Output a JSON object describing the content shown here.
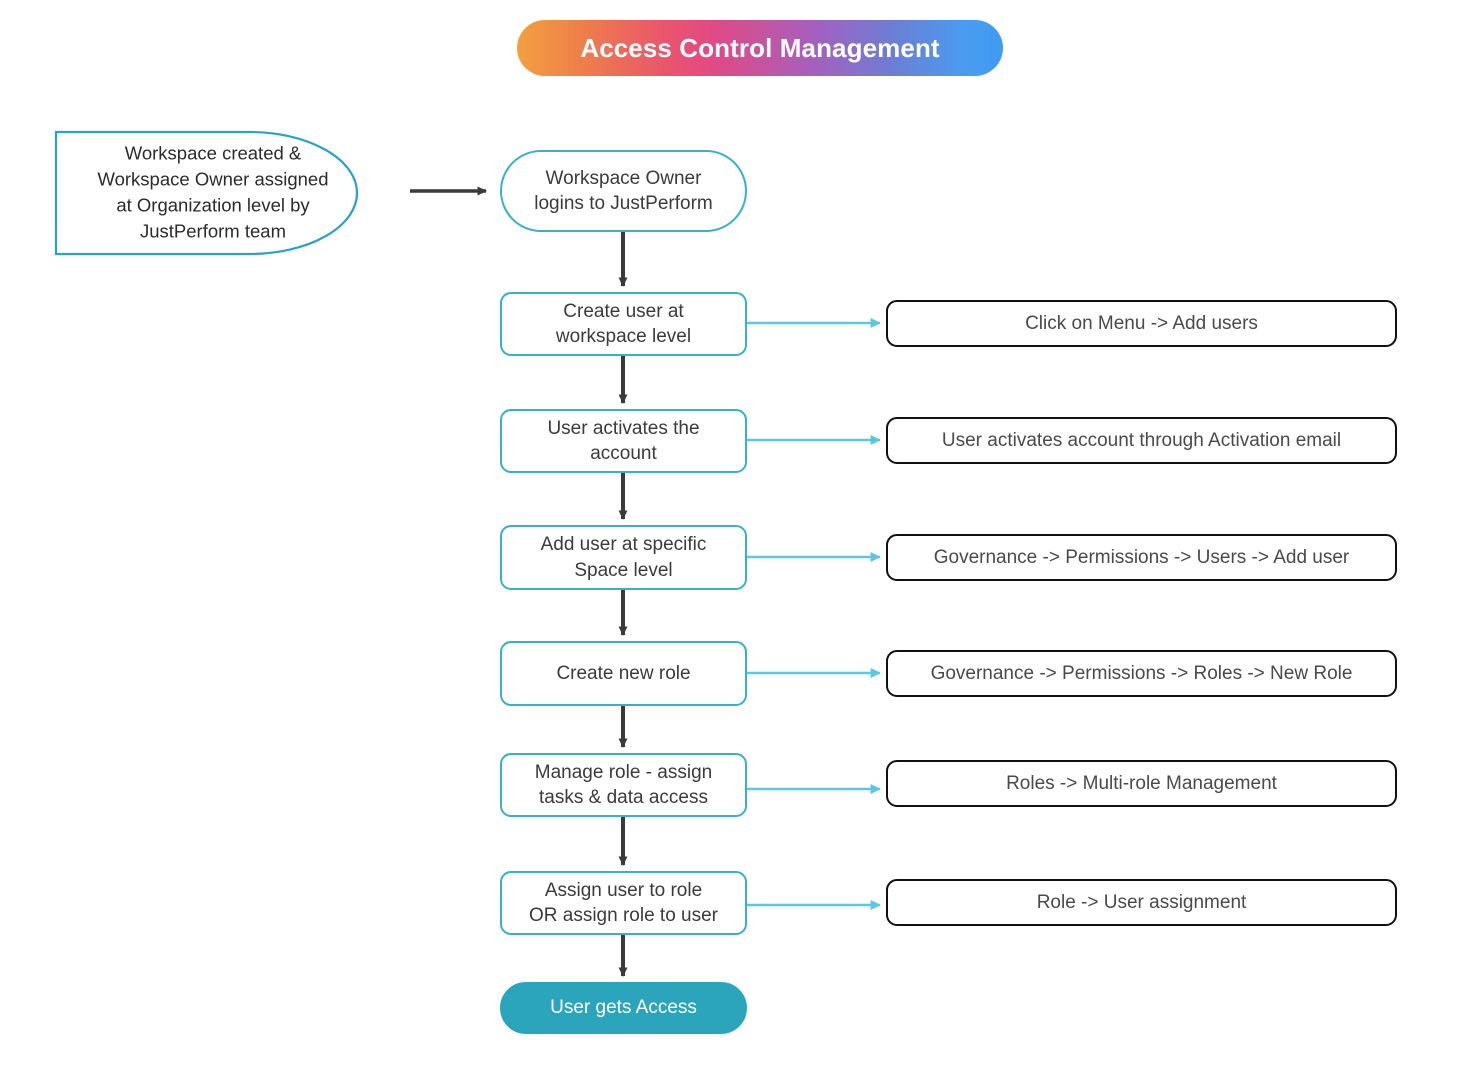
{
  "title": {
    "text": "Access Control Management",
    "gradient_from": "#f2a03f",
    "gradient_mid": "#e9546d",
    "gradient_to": "#3f9bf2"
  },
  "colors": {
    "node_border_teal": "#3aafc9",
    "terminal_fill_teal": "#2ba5bc",
    "flow_arrow_dark": "#3a3a3a",
    "note_arrow_blue": "#5ec7e0",
    "note_border_black": "#111111",
    "text_dark": "#3b3b3b"
  },
  "start_node": {
    "label": "Workspace created &\nWorkspace Owner assigned\nat Organization level by\nJustPerform team",
    "shape": "terminator"
  },
  "flow_steps": [
    {
      "id": "login",
      "label": "Workspace Owner\nlogins to JustPerform",
      "shape": "pill",
      "note": null
    },
    {
      "id": "create-user",
      "label": "Create user at\nworkspace level",
      "shape": "rrect",
      "note": "Click on Menu -> Add users"
    },
    {
      "id": "activate",
      "label": "User activates the\naccount",
      "shape": "rrect",
      "note": "User activates account through Activation email"
    },
    {
      "id": "add-space",
      "label": "Add user at specific\nSpace level",
      "shape": "rrect",
      "note": "Governance -> Permissions  -> Users -> Add user"
    },
    {
      "id": "create-role",
      "label": "Create new role",
      "shape": "rrect",
      "note": "Governance -> Permissions  -> Roles -> New Role"
    },
    {
      "id": "manage-role",
      "label": "Manage role - assign\ntasks & data access",
      "shape": "rrect",
      "note": "Roles -> Multi-role Management"
    },
    {
      "id": "assign",
      "label": "Assign user to role\nOR assign role to user",
      "shape": "rrect",
      "note": "Role -> User assignment"
    },
    {
      "id": "access",
      "label": "User gets Access",
      "shape": "terminal",
      "note": null
    }
  ]
}
